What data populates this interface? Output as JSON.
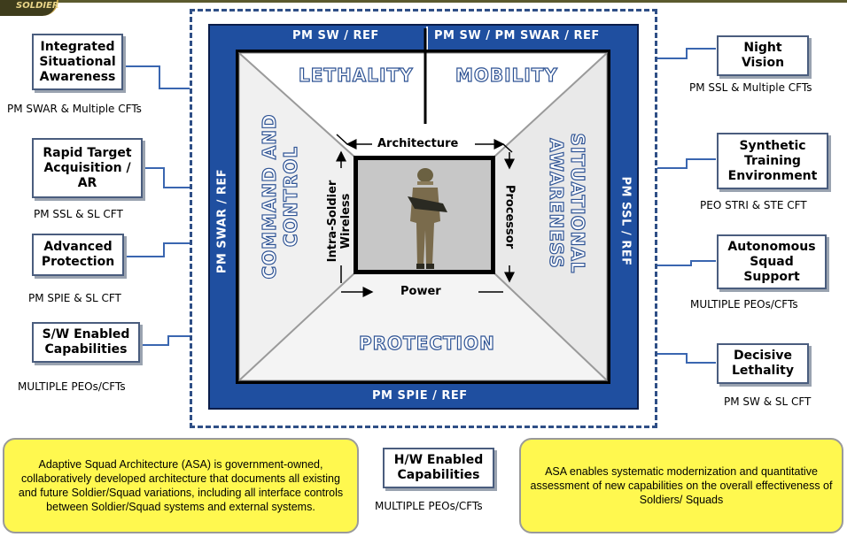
{
  "logo": {
    "text": "SOLDIER"
  },
  "frame": {
    "top_left": "PM SW / REF",
    "top_right": "PM SW / PM SWAR / REF",
    "left": "PM SWAR / REF",
    "right": "PM SSL / REF",
    "bottom": "PM SPIE / REF"
  },
  "domains": {
    "top_left": "LETHALITY",
    "top_right": "MOBILITY",
    "left_line1": "COMMAND AND",
    "left_line2": "CONTROL",
    "right_line1": "SITUATIONAL",
    "right_line2": "AWARENESS",
    "bottom": "PROTECTION"
  },
  "core": {
    "top": "Architecture",
    "left_line1": "Intra-Soldier",
    "left_line2": "Wireless",
    "right": "Processor",
    "bottom": "Power"
  },
  "left_capabilities": [
    {
      "title": "Integrated Situational Awareness",
      "sub": "PM SWAR & Multiple CFTs"
    },
    {
      "title": "Rapid Target Acquisition / AR",
      "sub": "PM SSL & SL CFT"
    },
    {
      "title": "Advanced Protection",
      "sub": "PM SPIE & SL CFT"
    },
    {
      "title": "S/W Enabled Capabilities",
      "sub": "MULTIPLE PEOs/CFTs"
    }
  ],
  "right_capabilities": [
    {
      "title": "Night Vision",
      "sub": "PM SSL & Multiple CFTs"
    },
    {
      "title": "Synthetic Training Environment",
      "sub": "PEO STRI & STE CFT"
    },
    {
      "title": "Autonomous Squad Support",
      "sub": "MULTIPLE  PEOs/CFTs"
    },
    {
      "title": "Decisive Lethality",
      "sub": "PM SW & SL CFT"
    }
  ],
  "bottom_capability": {
    "title": "H/W Enabled Capabilities",
    "sub": "MULTIPLE PEOs/CFTs"
  },
  "callouts": {
    "left": "Adaptive Squad Architecture (ASA) is government-owned,  collaboratively developed architecture that documents all existing and future Soldier/Squad variations, including all interface controls between Soldier/Squad systems and external systems.",
    "right": "ASA enables systematic modernization and quantitative assessment of new capabilities  on the overall effectiveness of Soldiers/  Squads"
  },
  "colors": {
    "frame_blue": "#1f4fa0",
    "callout_yellow": "#fff84f",
    "connector": "#3a66b0"
  }
}
